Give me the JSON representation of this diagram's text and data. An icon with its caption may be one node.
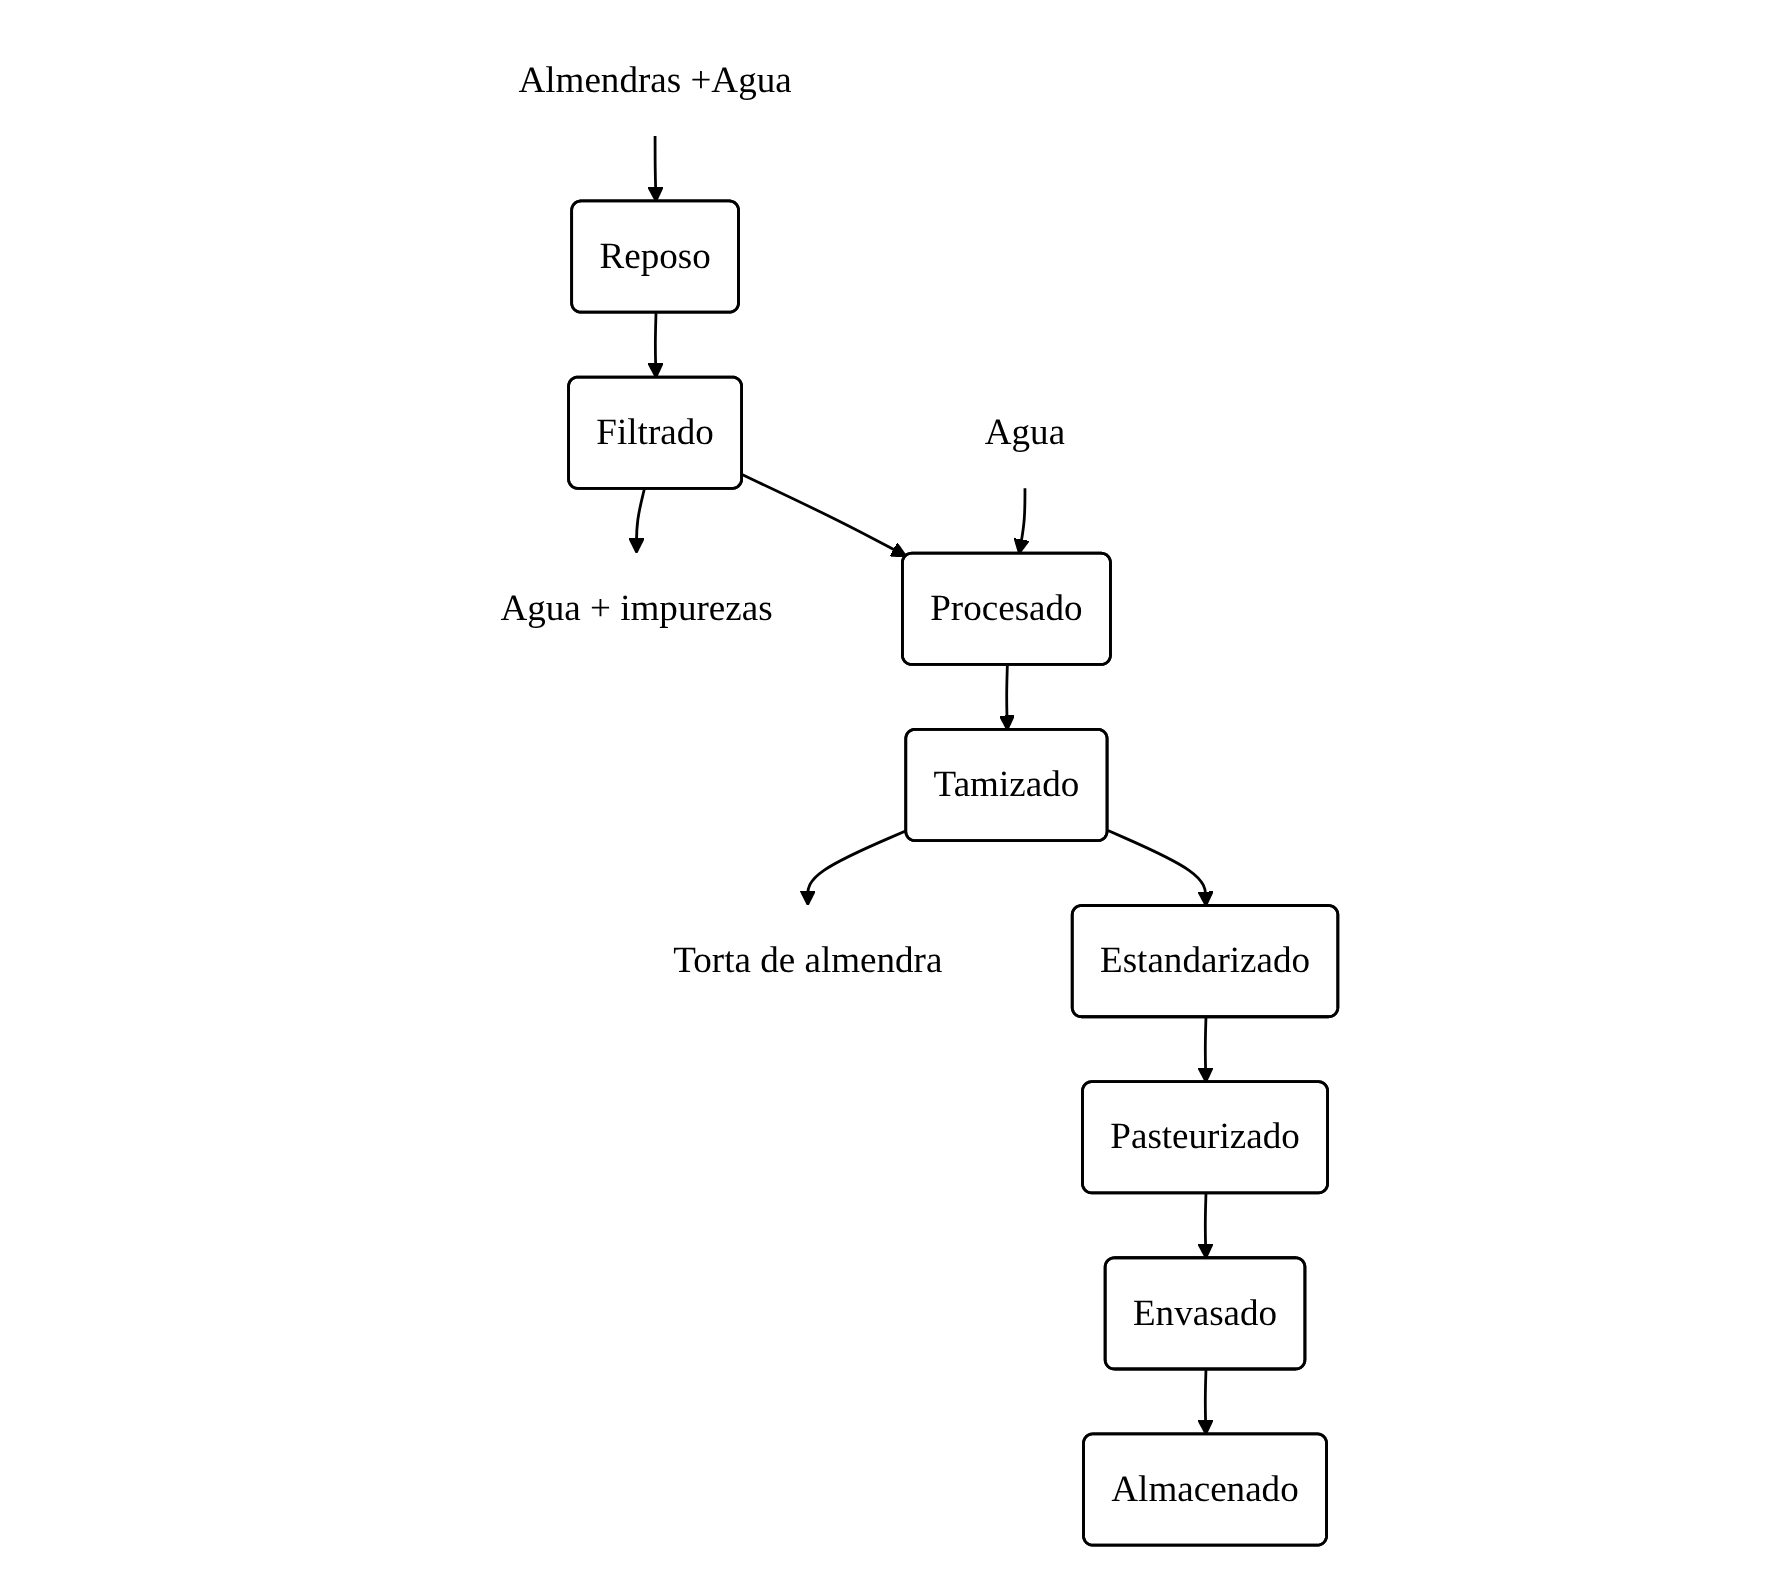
{
  "diagram": {
    "nodes": [
      {
        "text": [
          "Almendras +Agua"
        ]
      },
      {
        "text": [
          "Reposo"
        ]
      },
      {
        "text": [
          "Filtrado"
        ]
      },
      {
        "text": [
          "Agua + impurezas"
        ]
      },
      {
        "text": [
          "Agua"
        ]
      },
      {
        "text": [
          "Procesado"
        ]
      },
      {
        "text": [
          "Tamizado"
        ]
      },
      {
        "text": [
          "Torta de almendra"
        ]
      },
      {
        "text": [
          "Estandarizado"
        ]
      },
      {
        "text": [
          "Pasteurizado"
        ]
      },
      {
        "text": [
          "Envasado"
        ]
      },
      {
        "text": [
          "Almacenado"
        ]
      }
    ],
    "edges": [
      {
        "from": 0,
        "to": 1,
        "arrow": "to"
      },
      {
        "from": 1,
        "to": 2,
        "arrow": "to"
      },
      {
        "from": 2,
        "to": 3,
        "arrow": "to"
      },
      {
        "from": 4,
        "to": 5,
        "arrow": "to"
      },
      {
        "from": 2,
        "to": 5,
        "arrow": "to"
      },
      {
        "from": 5,
        "to": 6,
        "arrow": "to"
      },
      {
        "from": 6,
        "to": 7,
        "arrow": "to"
      },
      {
        "from": 6,
        "to": 8,
        "arrow": "to"
      },
      {
        "from": 8,
        "to": 9,
        "arrow": "to"
      },
      {
        "from": 9,
        "to": 10,
        "arrow": "to"
      },
      {
        "from": 10,
        "to": 11,
        "arrow": "to"
      }
    ]
  }
}
